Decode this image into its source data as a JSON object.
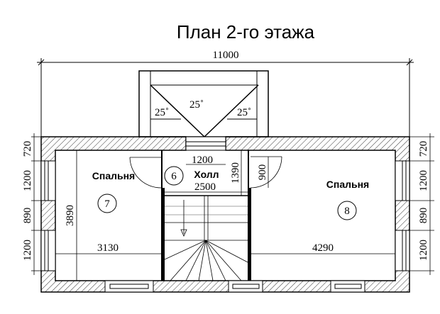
{
  "title": "План 2-го этажа",
  "overall_width": "11000",
  "bay": {
    "angle_left": "25˚",
    "angle_top": "25˚",
    "angle_right": "25˚"
  },
  "rooms": [
    {
      "number": "7",
      "name": "Спальня",
      "width": "3130",
      "depth": "3890"
    },
    {
      "number": "6",
      "name": "Холл",
      "width": "2500",
      "depth": "1390",
      "opening": "1200"
    },
    {
      "number": "8",
      "name": "Спальня",
      "width": "4290",
      "door": "900"
    }
  ],
  "left_dims": [
    "720",
    "1200",
    "890",
    "1200"
  ],
  "right_dims": [
    "720",
    "1200",
    "890",
    "1200"
  ]
}
